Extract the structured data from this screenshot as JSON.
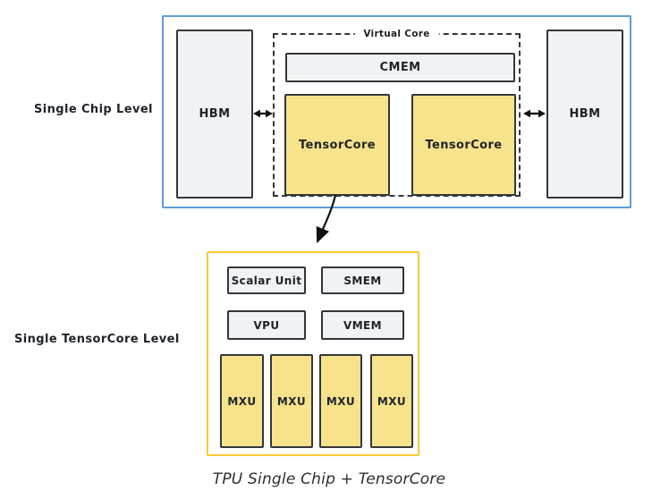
{
  "diagram": {
    "caption": "TPU Single Chip + TensorCore",
    "colors": {
      "chip_border": "#5c9ddb",
      "gold_border": "#f6ca35",
      "tensorcore_fill": "#f8e38d",
      "gray_fill": "#f1f2f4",
      "dark": "#33373b"
    },
    "chip_level": {
      "label": "Single Chip Level",
      "virtual_core_label": "Virtual Core",
      "hbm_left": "HBM",
      "hbm_right": "HBM",
      "cmem": "CMEM",
      "tensorcore_left": "TensorCore",
      "tensorcore_right": "TensorCore"
    },
    "tensorcore_level": {
      "label": "Single TensorCore Level",
      "scalar_unit": "Scalar Unit",
      "smem": "SMEM",
      "vpu": "VPU",
      "vmem": "VMEM",
      "mxu_units": [
        "MXU",
        "MXU",
        "MXU",
        "MXU"
      ]
    }
  }
}
